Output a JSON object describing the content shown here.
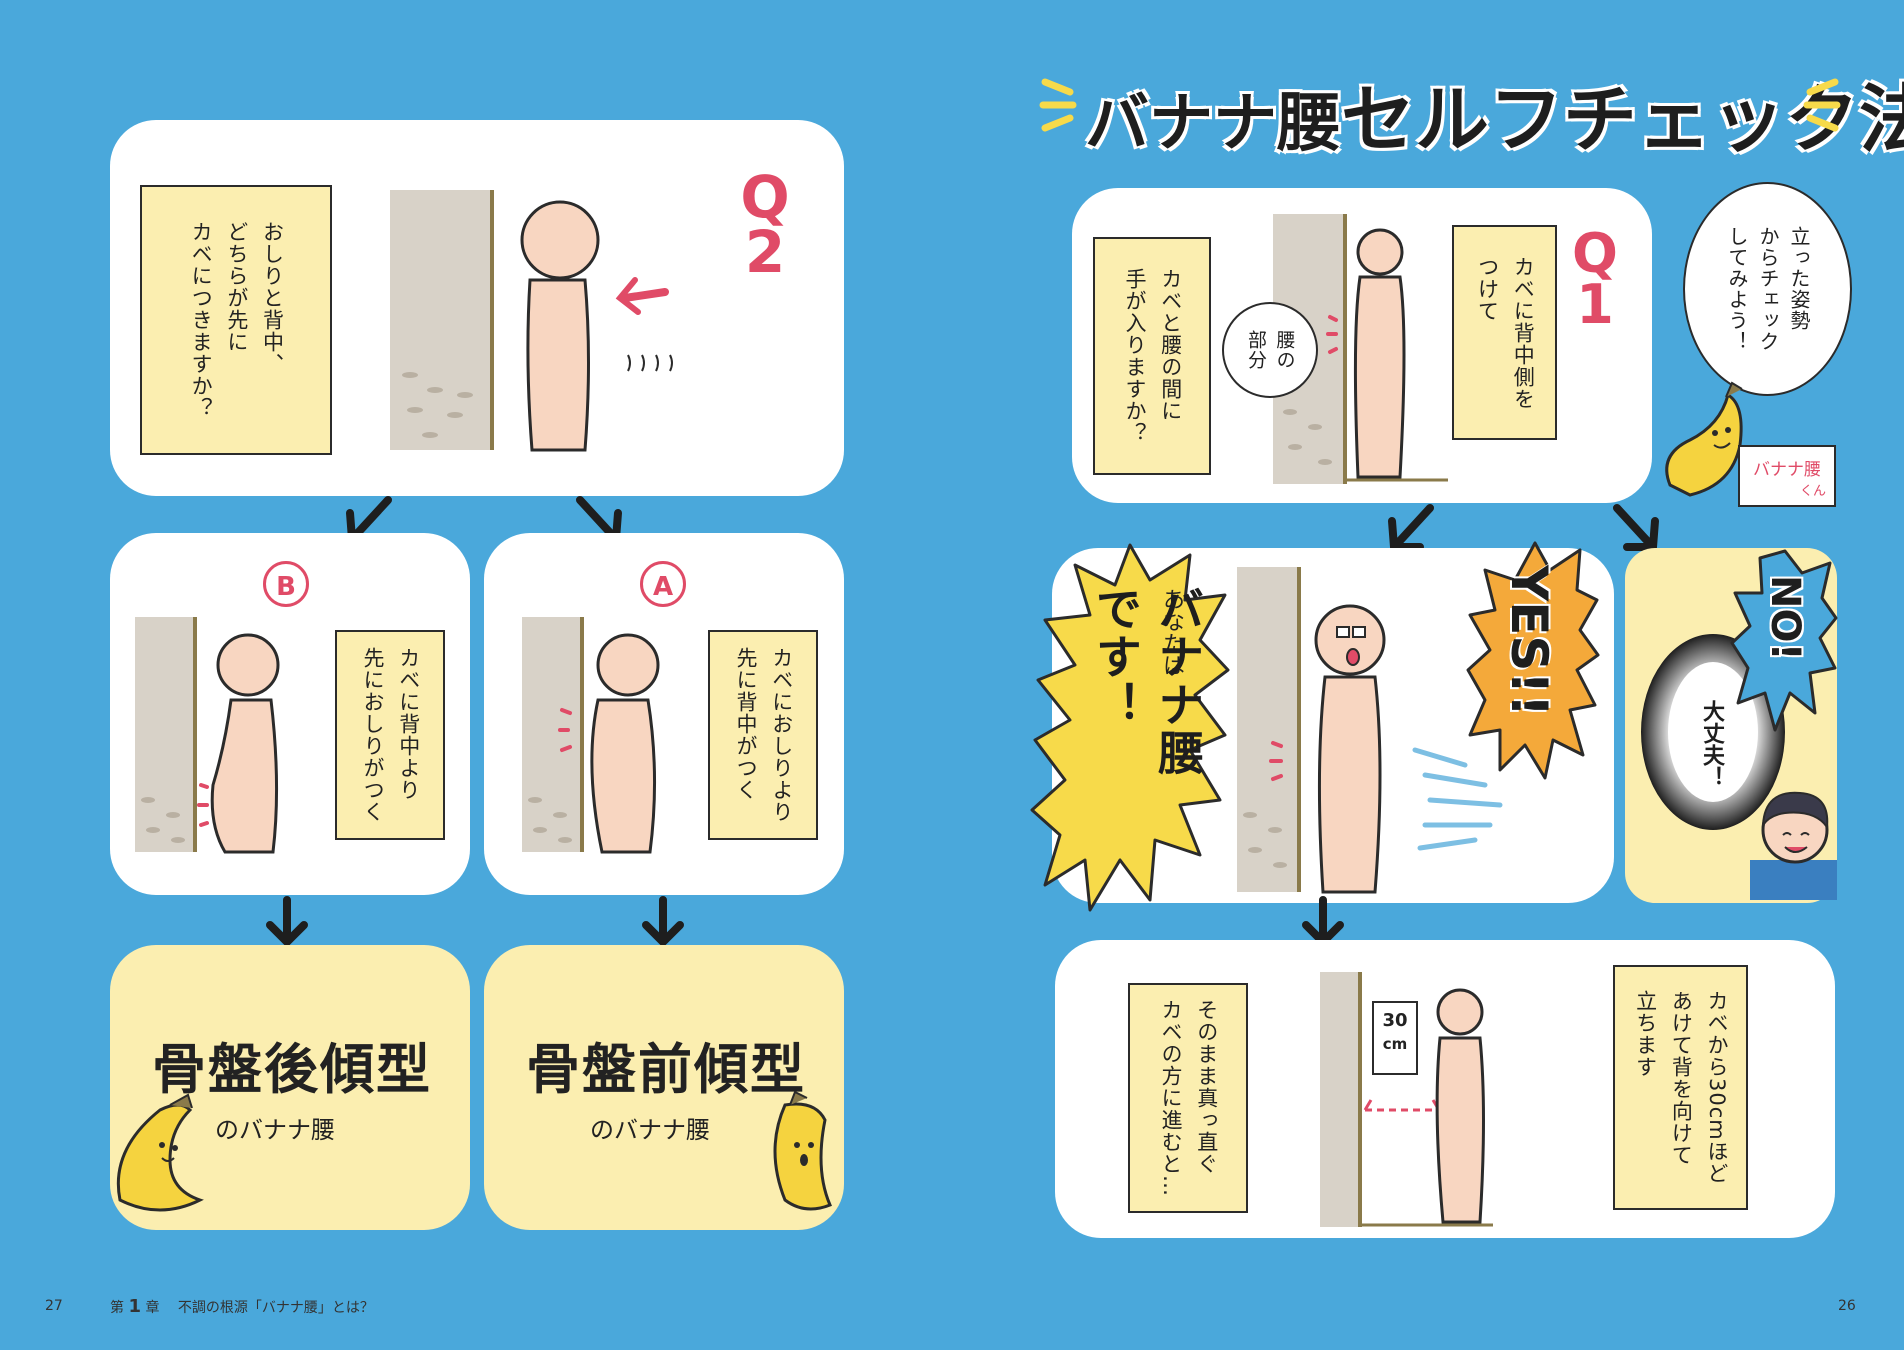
{
  "title": "バナナ腰セルフチェック法",
  "title_part1": "バナナ腰",
  "title_part2": "セルフチェック法",
  "q1": {
    "label_q": "Q",
    "label_n": "1",
    "instruction": "カベに背中側を\nつけて",
    "question": "カベと腰の間に\n手が入りますか？",
    "waist_bubble": "腰の\n部分"
  },
  "mascot": {
    "bubble": "立った姿勢\nからチェック\nしてみよう！",
    "name": "バナナ腰",
    "name_suffix": "くん"
  },
  "yes_panel": {
    "yes_label": "YES!!",
    "result_small": "あなたは",
    "result_big": "バナナ腰\nです！"
  },
  "no_panel": {
    "no_label": "NO!",
    "message": "大丈夫！"
  },
  "bottom_panel": {
    "step1": "カベから30cmほど\nあけて背を向けて\n立ちます",
    "step2": "そのまま真っ直ぐ\nカベの方に進むと…",
    "sign_num": "30",
    "sign_unit": "cm"
  },
  "q2": {
    "label_q": "Q",
    "label_n": "2",
    "question": "おしりと背中、\nどちらが先に\nカベにつきますか？"
  },
  "option_b": {
    "letter": "B",
    "text": "カベに背中より\n先におしりがつく",
    "result_main": "骨盤後傾型",
    "result_sub": "のバナナ腰"
  },
  "option_a": {
    "letter": "A",
    "text": "カベにおしりより\n先に背中がつく",
    "result_main": "骨盤前傾型",
    "result_sub": "のバナナ腰"
  },
  "footer": {
    "left_page": "27",
    "chapter_prefix": "第",
    "chapter_num": "1",
    "chapter_suffix": "章",
    "chapter_title": "不調の根源「バナナ腰」とは？",
    "right_page": "26"
  },
  "colors": {
    "background": "#4aa8db",
    "panel": "#ffffff",
    "yellow_panel": "#fbeeb0",
    "accent_pink": "#e04b67",
    "burst_yellow": "#f7da4a",
    "burst_orange": "#f4a93a",
    "banana": "#f5d33f"
  }
}
